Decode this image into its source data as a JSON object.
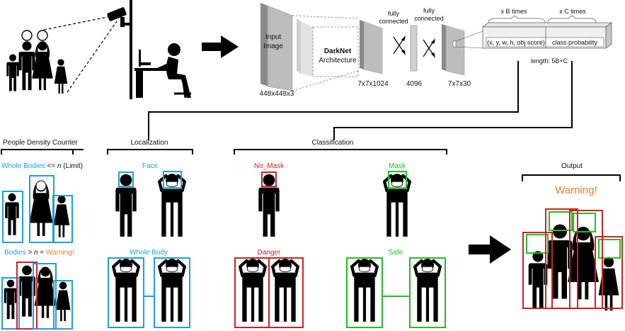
{
  "pipeline": {
    "input_label": [
      "Input",
      "Image"
    ],
    "input_dims": "448x448x3",
    "darknet_title": "DarkNet",
    "darknet_sub": "Architecture",
    "fc1_label": [
      "fully",
      "connected"
    ],
    "fc2_label": [
      "fully",
      "connected"
    ],
    "dims_7x7x1024": "7x7x1024",
    "dims_4096": "4096",
    "dims_7x7x30": "7x7x30",
    "b_times": "x B times",
    "c_times": "x C times",
    "box_content": "(x, y, w, h, obj score)",
    "class_prob": "class probability",
    "length": "length: 5B+C"
  },
  "sections": {
    "density": "People Density Counter",
    "localization": "Localization",
    "classification": "Classification",
    "output": "Output"
  },
  "density": {
    "rule1_prefix": "Whole Bodies",
    "rule1_op": "<=",
    "rule1_n": "n",
    "rule1_suffix": "(Limit)",
    "rule2_prefix": "Bodies",
    "rule2_op": ">",
    "rule2_n": "n",
    "rule2_eq": "=",
    "rule2_warn": "Warning!"
  },
  "localization": {
    "face": "Face",
    "whole_body": "Whole Body"
  },
  "classification": {
    "no_mask": "No_Mask",
    "mask": "Mask",
    "danger": "Danger",
    "safe": "Safe"
  },
  "output": {
    "warning": "Warning!"
  },
  "colors": {
    "blue": "#1ba1e2",
    "red": "#d42020",
    "green": "#1ec21e",
    "orange": "#f07b18"
  }
}
